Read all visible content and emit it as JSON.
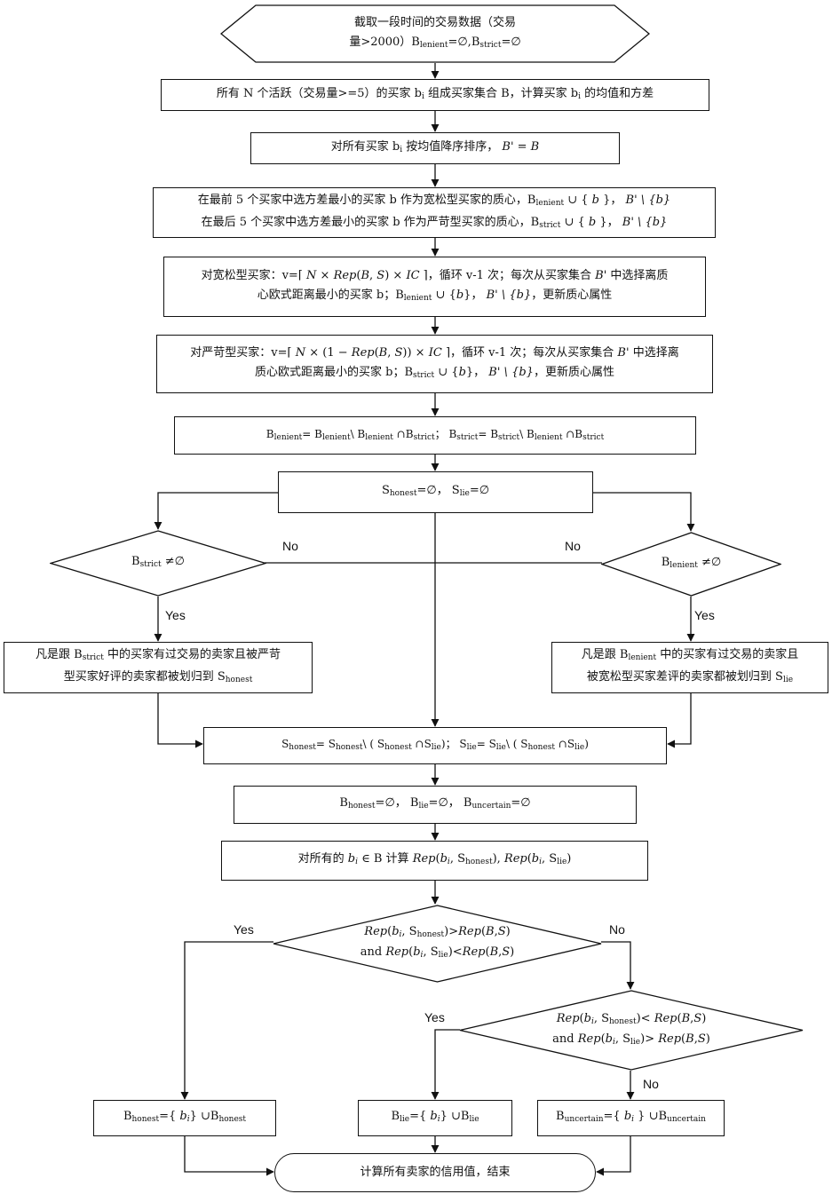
{
  "nodes": {
    "start": {
      "line1": "截取一段时间的交易数据（交易",
      "line2": "量>2000）B_lenient=∅,B_strict=∅"
    },
    "n1": {
      "text": "所有 N 个活跃（交易量>=5）的买家 b_i 组成买家集合 B，计算买家 b_i 的均值和方差"
    },
    "n2": {
      "text": "对所有买家 b_i 按均值降序排序，B' = B"
    },
    "n3": {
      "line1": "在最前 5 个买家中选方差最小的买家 b 作为宽松型买家的质心，B_lenient ∪ { b }，B' \\ {b}",
      "line2": "在最后 5 个买家中选方差最小的买家 b 作为严苛型买家的质心，B_strict ∪ { b }，B' \\ {b}"
    },
    "n4": {
      "line1": "对宽松型买家：v=⌈N × Rep(B,S) × IC⌉，循环 v-1 次；每次从买家集合 B' 中选择离质",
      "line2": "心欧式距离最小的买家 b；B_lenient ∪ {b}，B' \\ {b}，更新质心属性"
    },
    "n5": {
      "line1": "对严苛型买家：v=⌈N × (1 − Rep(B,S)) × IC⌉，循环 v-1 次；每次从买家集合 B' 中选择离",
      "line2": "质心欧式距离最小的买家 b；B_strict ∪ {b}，B' \\ {b}，更新质心属性"
    },
    "n6": {
      "text": "B_lenient= B_lenient \\ B_lenient ∩ B_strict；B_strict= B_strict \\ B_lenient ∩ B_strict"
    },
    "n7": {
      "text": "S_honest=∅，S_lie=∅"
    },
    "d_strict": {
      "text": "B_strict ≠∅"
    },
    "d_lenient": {
      "text": "B_lenient ≠∅"
    },
    "n8": {
      "line1": "凡是跟 B_strict 中的买家有过交易的卖家且被严苛",
      "line2": "型买家好评的卖家都被划归到 S_honest"
    },
    "n9": {
      "line1": "凡是跟 B_lenient 中的买家有过交易的卖家且",
      "line2": "被宽松型买家差评的卖家都被划归到 S_lie"
    },
    "n10": {
      "text": "S_honest= S_honest \\ ( S_honest ∩ S_lie)；S_lie= S_lie \\ ( S_honest ∩ S_lie)"
    },
    "n11": {
      "text": "B_honest=∅，B_lie=∅，B_uncertain=∅"
    },
    "n12": {
      "text": "对所有的 b_i ∈ B 计算 Rep(b_i, S_honest), Rep(b_i, S_lie)"
    },
    "d1": {
      "line1": "Rep(b_i, S_honest)>Rep(B,S)",
      "line2": "and Rep(b_i, S_lie)<Rep(B,S)"
    },
    "d2": {
      "line1": "Rep(b_i, S_honest)< Rep(B,S)",
      "line2": "and Rep(b_i, S_lie)> Rep(B,S)"
    },
    "r1": {
      "text": "B_honest={ b_i } ∪ B_honest"
    },
    "r2": {
      "text": "B_lie={ b_i } ∪ B_lie"
    },
    "r3": {
      "text": "B_uncertain={ b_i } ∪ B_uncertain"
    },
    "end": {
      "text": "计算所有卖家的信用值，结束"
    }
  },
  "labels": {
    "no_left": "No",
    "no_right": "No",
    "yes_left": "Yes",
    "yes_right": "Yes",
    "d1_yes": "Yes",
    "d1_no": "No",
    "d2_yes": "Yes",
    "d2_no": "No"
  }
}
